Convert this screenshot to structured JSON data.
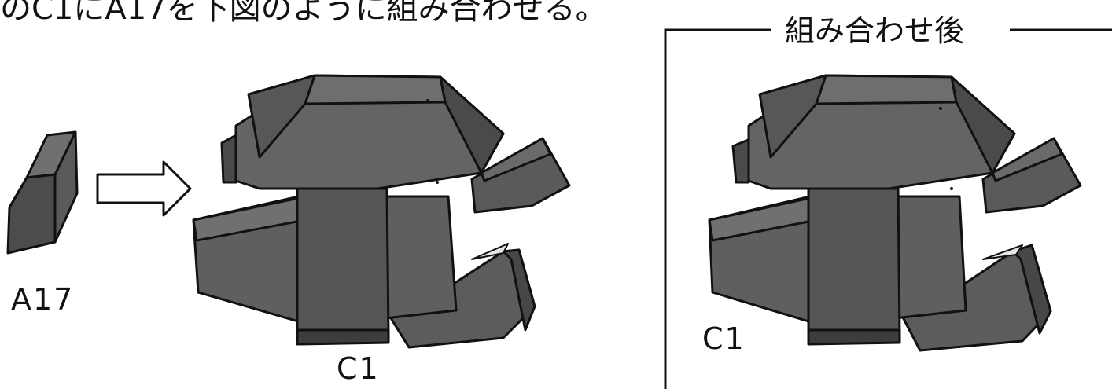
{
  "instruction": "のC1にA17を下図のように組み合わせる。",
  "labels": {
    "part_a17": "A17",
    "part_c1": "C1",
    "assembled_part": "C1"
  },
  "panel": {
    "title": "組み合わせ後"
  },
  "colors": {
    "part_face_dark": "#4a4a4a",
    "part_face_mid": "#5f5f5f",
    "part_face_light": "#747474",
    "edge": "#111111",
    "window": "#e6e6e6"
  }
}
